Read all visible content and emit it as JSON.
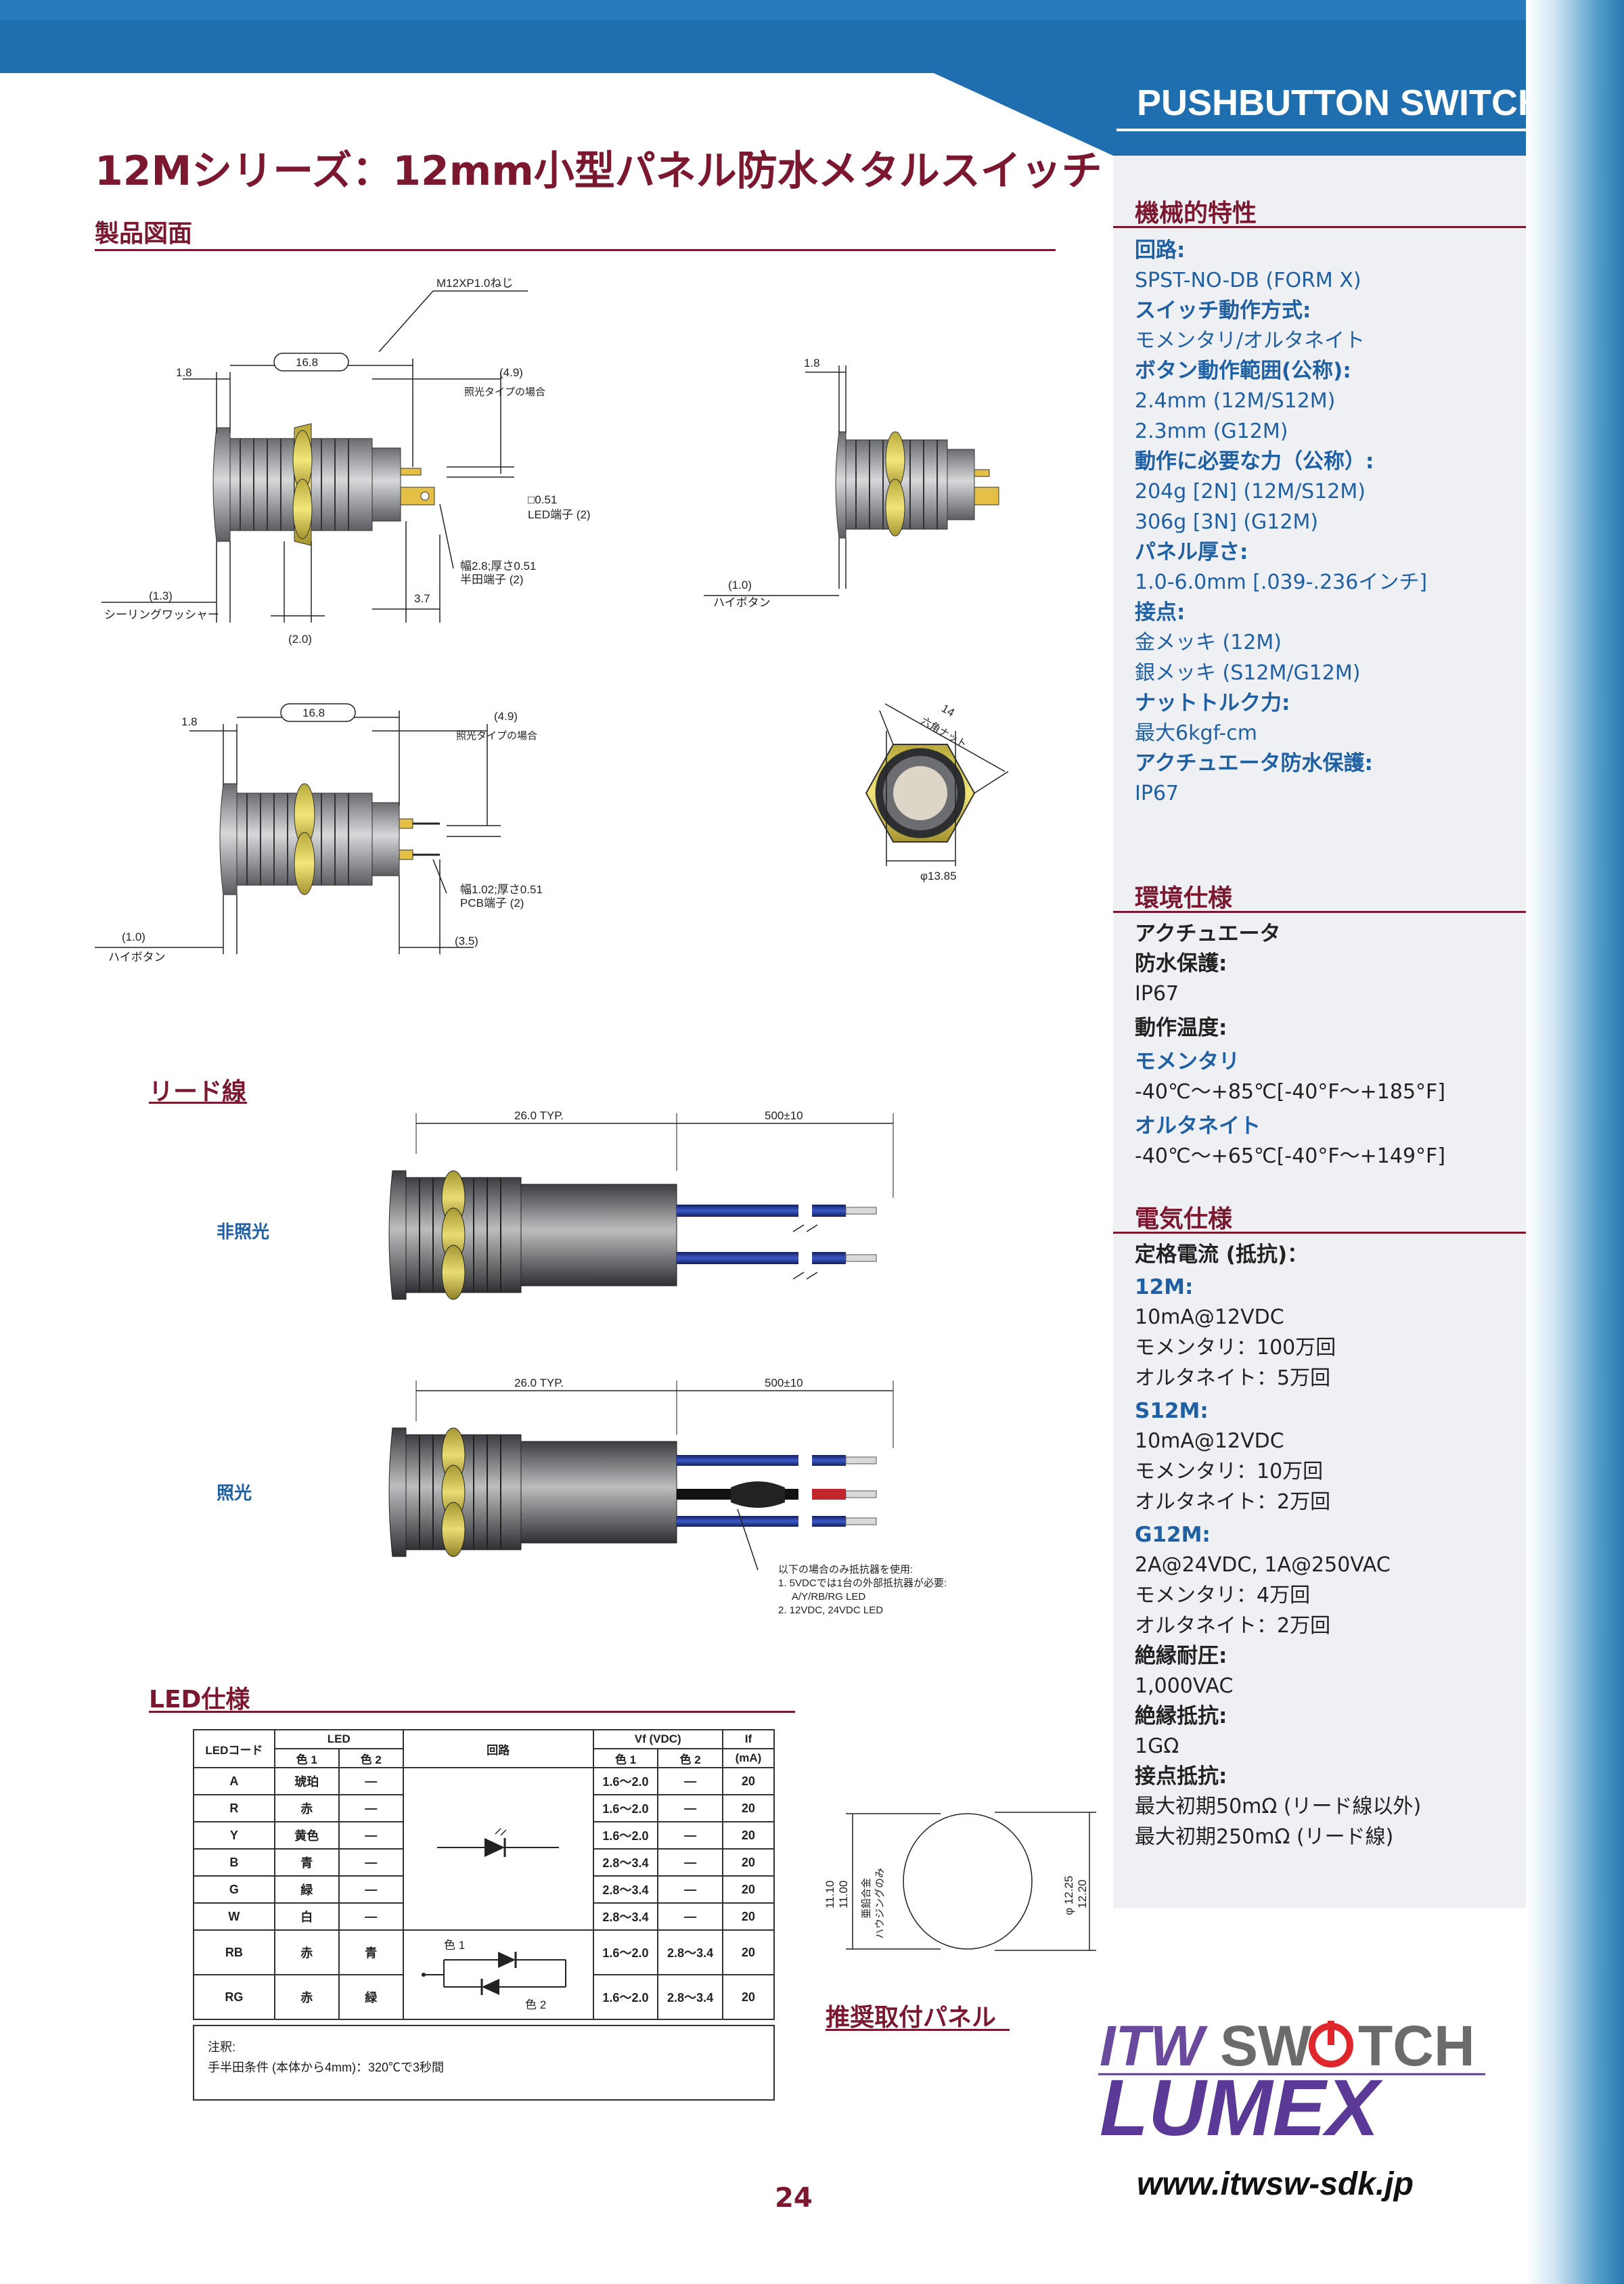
{
  "header": {
    "banner_title": "PUSHBUTTON SWITCHES",
    "page_title": "12Mシリーズ：12mm小型パネル防水メタルスイッチ"
  },
  "colors": {
    "maroon": "#7b1830",
    "blue": "#1f5fa3",
    "banner": "#1f6fb0"
  },
  "sections": {
    "drawing": "製品図面",
    "lead": "リード線",
    "led": "LED仕様",
    "panel": "推奨取付パネル"
  },
  "drawing_labels": {
    "thread": "M12XP1.0ねじ",
    "d168": "16.8",
    "d18": "1.8",
    "d49": "(4.9)",
    "illum_type": "照光タイプの場合",
    "d051": "□0.51",
    "led_term": "LED端子 (2)",
    "solder_w": "幅2.8;厚さ0.51",
    "solder_term": "半田端子 (2)",
    "d13": "(1.3)",
    "washer": "シーリングワッシャー",
    "d37": "3.7",
    "d20": "(2.0)",
    "d10": "(1.0)",
    "hi_button": "ハイボタン",
    "pcb_w": "幅1.02;厚さ0.51",
    "pcb_term": "PCB端子 (2)",
    "d35": "(3.5)",
    "d14": "14",
    "hex_nut": "六角ナット",
    "d1385": "φ13.85"
  },
  "lead_wire": {
    "non_illum": "非照光",
    "illum": "照光",
    "d26": "26.0 TYP.",
    "d500": "500±10",
    "note_title": "以下の場合のみ抵抗器を使用:",
    "note_1": "1. 5VDCでは1台の外部抵抗器が必要:",
    "note_1b": "A/Y/RB/RG LED",
    "note_2": "2. 12VDC, 24VDC LED"
  },
  "led_table": {
    "headers": {
      "code": "LEDコード",
      "led": "LED",
      "c1": "色 1",
      "c2": "色 2",
      "circuit": "回路",
      "vf": "Vf (VDC)",
      "vf1": "色 1",
      "vf2": "色 2",
      "if": "If",
      "if_unit": "(mA)"
    },
    "circuit_c1": "色 1",
    "circuit_c2": "色 2",
    "rows": [
      {
        "code": "A",
        "c1": "琥珀",
        "c2": "—",
        "vf1": "1.6〜2.0",
        "vf2": "—",
        "if": "20"
      },
      {
        "code": "R",
        "c1": "赤",
        "c2": "—",
        "vf1": "1.6〜2.0",
        "vf2": "—",
        "if": "20"
      },
      {
        "code": "Y",
        "c1": "黄色",
        "c2": "—",
        "vf1": "1.6〜2.0",
        "vf2": "—",
        "if": "20"
      },
      {
        "code": "B",
        "c1": "青",
        "c2": "—",
        "vf1": "2.8〜3.4",
        "vf2": "—",
        "if": "20"
      },
      {
        "code": "G",
        "c1": "緑",
        "c2": "—",
        "vf1": "2.8〜3.4",
        "vf2": "—",
        "if": "20"
      },
      {
        "code": "W",
        "c1": "白",
        "c2": "—",
        "vf1": "2.8〜3.4",
        "vf2": "—",
        "if": "20"
      },
      {
        "code": "RB",
        "c1": "赤",
        "c2": "青",
        "vf1": "1.6〜2.0",
        "vf2": "2.8〜3.4",
        "if": "20"
      },
      {
        "code": "RG",
        "c1": "赤",
        "c2": "緑",
        "vf1": "1.6〜2.0",
        "vf2": "2.8〜3.4",
        "if": "20"
      }
    ],
    "note_title": "注釈:",
    "note_text": "手半田条件 (本体から4mm)：320℃で3秒間"
  },
  "panel_labels": {
    "d1110": "11.10",
    "d1100": "11.00",
    "alloy": "亜鉛合金",
    "housing": "ハウジングのみ",
    "d1225": "φ 12.25",
    "d1220": "12.20"
  },
  "sidebar": {
    "mech_head": "機械的特性",
    "circuit_lbl": "回路:",
    "circuit_val": "SPST-NO-DB (FORM X)",
    "action_lbl": "スイッチ動作方式:",
    "action_val": "モメンタリ/オルタネイト",
    "travel_lbl": "ボタン動作範囲(公称):",
    "travel_v1": "2.4mm (12M/S12M)",
    "travel_v2": "2.3mm (G12M)",
    "force_lbl": "動作に必要な力（公称）:",
    "force_v1": "204g [2N] (12M/S12M)",
    "force_v2": "306g [3N] (G12M)",
    "panel_lbl": "パネル厚さ:",
    "panel_val": "1.0-6.0mm [.039-.236インチ]",
    "contact_lbl": "接点:",
    "contact_v1": "金メッキ (12M)",
    "contact_v2": "銀メッキ (S12M/G12M)",
    "torque_lbl": "ナットトルク力:",
    "torque_val": "最大6kgf-cm",
    "seal_lbl": "アクチュエータ防水保護:",
    "seal_val": "IP67",
    "env_head": "環境仕様",
    "env_act1": "アクチュエータ",
    "env_act2": "防水保護:",
    "env_ip": "IP67",
    "env_temp": "動作温度:",
    "env_mom_lbl": "モメンタリ",
    "env_mom_val": "-40℃〜+85℃[-40°F〜+185°F]",
    "env_alt_lbl": "オルタネイト",
    "env_alt_val": "-40℃〜+65℃[-40°F〜+149°F]",
    "elec_head": "電気仕様",
    "rating_lbl": "定格電流 (抵抗)：",
    "m12_lbl": "12M:",
    "m12_v1": "10mA@12VDC",
    "m12_v2": "モメンタリ：100万回",
    "m12_v3": "オルタネイト：5万回",
    "s12_lbl": "S12M:",
    "s12_v1": "10mA@12VDC",
    "s12_v2": "モメンタリ：10万回",
    "s12_v3": "オルタネイト：2万回",
    "g12_lbl": "G12M:",
    "g12_v1": "2A@24VDC, 1A@250VAC",
    "g12_v2": "モメンタリ：4万回",
    "g12_v3": "オルタネイト：2万回",
    "diel_lbl": "絶縁耐圧:",
    "diel_val": "1,000VAC",
    "ins_lbl": "絶縁抵抗:",
    "ins_val": "1GΩ",
    "cres_lbl": "接点抵抗:",
    "cres_v1": "最大初期50mΩ (リード線以外)",
    "cres_v2": "最大初期250mΩ (リード線)"
  },
  "footer": {
    "logo_itw": "ITW",
    "logo_sw": "SW",
    "logo_tch": "TCH",
    "logo_lumex": "LUMEX",
    "website": "www.itwsw-sdk.jp",
    "page_number": "24"
  }
}
